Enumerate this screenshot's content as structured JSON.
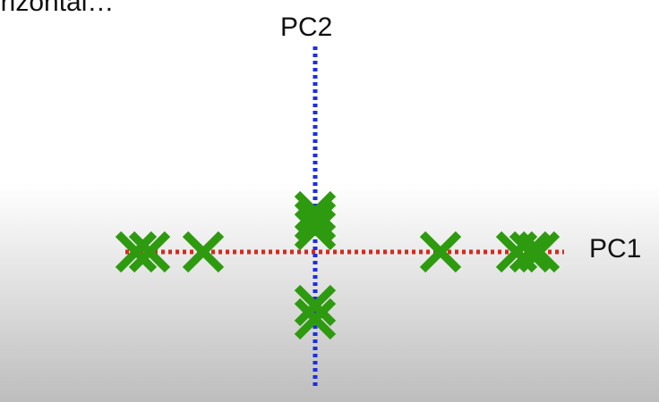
{
  "caption": "orizontal…",
  "axes": {
    "pc1_label": "PC1",
    "pc2_label": "PC2"
  },
  "colors": {
    "pc1_axis": "#d42a1e",
    "pc2_axis": "#1b2fe0",
    "marker": "#2e9a0f"
  },
  "markers": {
    "icon": "x-cross",
    "pc1": [
      -200,
      -185,
      -125,
      140,
      225,
      240,
      250
    ],
    "pc2": [
      45,
      35,
      25,
      -60,
      -75
    ]
  }
}
